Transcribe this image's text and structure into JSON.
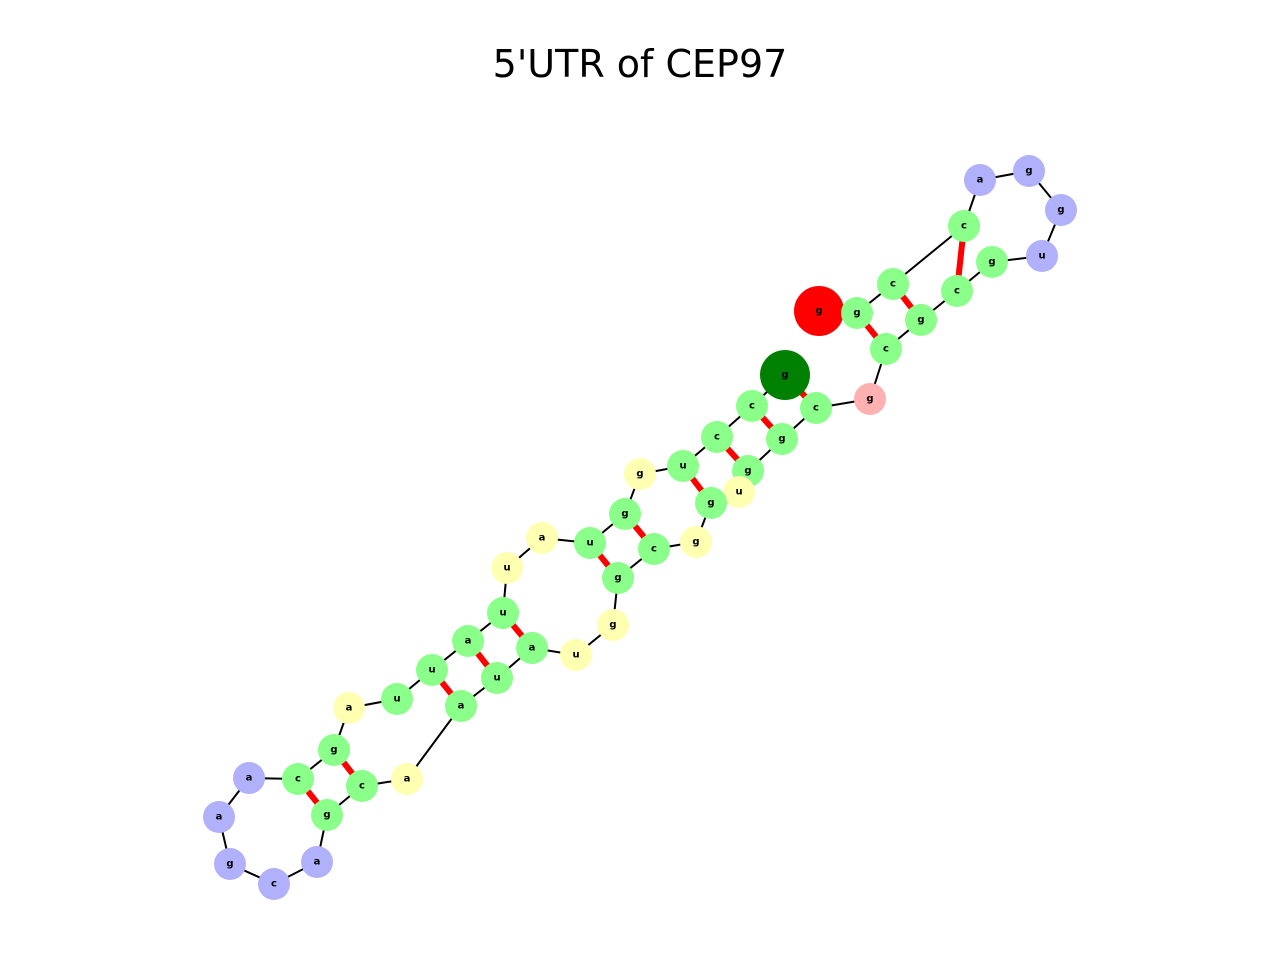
{
  "title": "5'UTR of CEP97",
  "colors": {
    "stem": "#8aff8a",
    "hairpin_loop": "#b1b1fb",
    "interior_loop": "#ffffb1",
    "unpaired_5prime": "#ffb1b1",
    "start_marker": "#ff0000",
    "end_marker": "#008000",
    "pair_bond": "#ff0000",
    "backbone": "#000000"
  },
  "nucleotides": [
    {
      "base": "g",
      "type": "start_marker"
    },
    {
      "base": "g",
      "type": "stem"
    },
    {
      "base": "c",
      "type": "stem"
    },
    {
      "base": "c",
      "type": "stem"
    },
    {
      "base": "a",
      "type": "hairpin_loop"
    },
    {
      "base": "g",
      "type": "hairpin_loop"
    },
    {
      "base": "g",
      "type": "hairpin_loop"
    },
    {
      "base": "u",
      "type": "hairpin_loop"
    },
    {
      "base": "g",
      "type": "stem"
    },
    {
      "base": "c",
      "type": "stem"
    },
    {
      "base": "g",
      "type": "stem"
    },
    {
      "base": "c",
      "type": "stem"
    },
    {
      "base": "g",
      "type": "unpaired_5prime"
    },
    {
      "base": "c",
      "type": "stem"
    },
    {
      "base": "g",
      "type": "stem"
    },
    {
      "base": "g",
      "type": "stem"
    },
    {
      "base": "u",
      "type": "interior_loop"
    },
    {
      "base": "g",
      "type": "stem"
    },
    {
      "base": "g",
      "type": "interior_loop"
    },
    {
      "base": "c",
      "type": "stem"
    },
    {
      "base": "g",
      "type": "stem"
    },
    {
      "base": "g",
      "type": "interior_loop"
    },
    {
      "base": "u",
      "type": "interior_loop"
    },
    {
      "base": "a",
      "type": "stem"
    },
    {
      "base": "u",
      "type": "stem"
    },
    {
      "base": "a",
      "type": "stem"
    },
    {
      "base": "a",
      "type": "interior_loop"
    },
    {
      "base": "c",
      "type": "stem"
    },
    {
      "base": "g",
      "type": "stem"
    },
    {
      "base": "a",
      "type": "hairpin_loop"
    },
    {
      "base": "c",
      "type": "hairpin_loop"
    },
    {
      "base": "g",
      "type": "hairpin_loop"
    },
    {
      "base": "a",
      "type": "hairpin_loop"
    },
    {
      "base": "a",
      "type": "hairpin_loop"
    },
    {
      "base": "c",
      "type": "stem"
    },
    {
      "base": "g",
      "type": "stem"
    },
    {
      "base": "a",
      "type": "interior_loop"
    },
    {
      "base": "u",
      "type": "stem"
    },
    {
      "base": "u",
      "type": "stem"
    },
    {
      "base": "a",
      "type": "stem"
    },
    {
      "base": "u",
      "type": "stem"
    },
    {
      "base": "u",
      "type": "interior_loop"
    },
    {
      "base": "a",
      "type": "interior_loop"
    },
    {
      "base": "u",
      "type": "stem"
    },
    {
      "base": "g",
      "type": "stem"
    },
    {
      "base": "g",
      "type": "interior_loop"
    },
    {
      "base": "u",
      "type": "stem"
    },
    {
      "base": "c",
      "type": "stem"
    },
    {
      "base": "c",
      "type": "stem"
    },
    {
      "base": "g",
      "type": "end_marker"
    }
  ],
  "pairs": [
    [
      1,
      11
    ],
    [
      2,
      10
    ],
    [
      3,
      9
    ],
    [
      13,
      49
    ],
    [
      14,
      48
    ],
    [
      15,
      47
    ],
    [
      17,
      46
    ],
    [
      19,
      44
    ],
    [
      20,
      43
    ],
    [
      23,
      40
    ],
    [
      24,
      39
    ],
    [
      25,
      38
    ],
    [
      27,
      35
    ],
    [
      28,
      34
    ]
  ]
}
